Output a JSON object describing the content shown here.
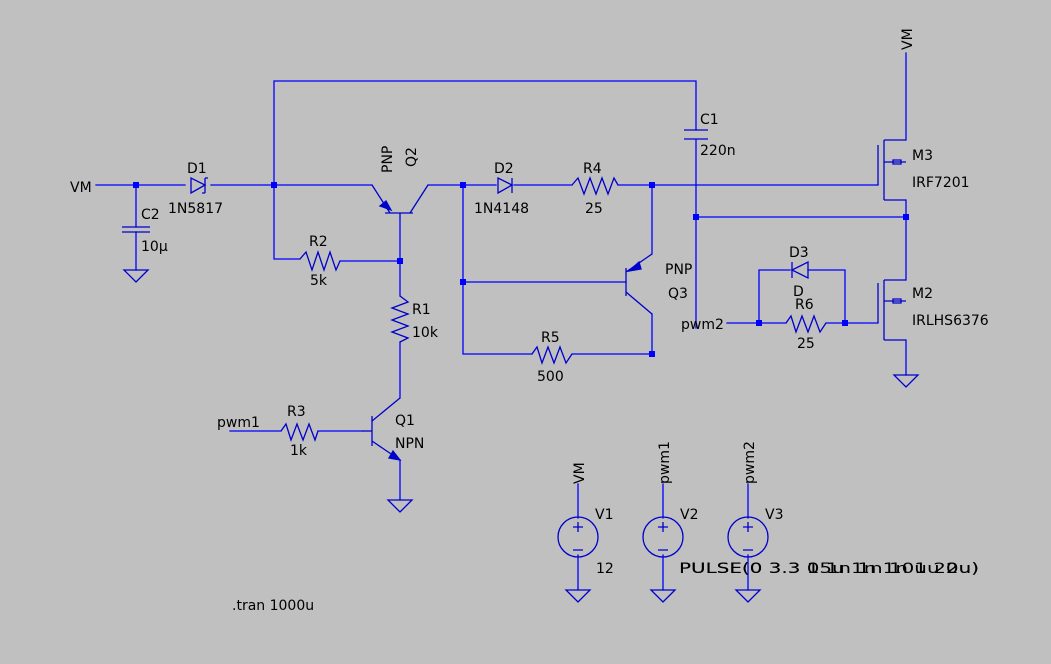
{
  "components": {
    "D1": {
      "ref": "D1",
      "value": "1N5817"
    },
    "D2": {
      "ref": "D2",
      "value": "1N4148"
    },
    "D3": {
      "ref": "D3",
      "value": "D"
    },
    "C1": {
      "ref": "C1",
      "value": "220n"
    },
    "C2": {
      "ref": "C2",
      "value": "10µ"
    },
    "R1": {
      "ref": "R1",
      "value": "10k"
    },
    "R2": {
      "ref": "R2",
      "value": "5k"
    },
    "R3": {
      "ref": "R3",
      "value": "1k"
    },
    "R4": {
      "ref": "R4",
      "value": "25"
    },
    "R5": {
      "ref": "R5",
      "value": "500"
    },
    "R6": {
      "ref": "R6",
      "value": "25"
    },
    "Q1": {
      "ref": "Q1",
      "value": "NPN"
    },
    "Q2": {
      "ref": "Q2",
      "value": "PNP"
    },
    "Q3": {
      "ref": "Q3",
      "value": "PNP"
    },
    "M2": {
      "ref": "M2",
      "value": "IRLHS6376"
    },
    "M3": {
      "ref": "M3",
      "value": "IRF7201"
    },
    "V1": {
      "ref": "V1",
      "value": "12"
    },
    "V2": {
      "ref": "V2",
      "value": "PULSE(0 3.3 0 1n 1n 10u 20u)"
    },
    "V3": {
      "ref": "V3",
      "value": "PULSE(0 3.3 15u 1n 1n 1u 2u)"
    }
  },
  "nets": {
    "vm_input": "VM",
    "vm_m3": "VM",
    "vm_v1": "VM",
    "pwm1_input": "pwm1",
    "pwm1_v2": "pwm1",
    "pwm2_input": "pwm2",
    "pwm2_v3": "pwm2"
  },
  "directive": ".tran 1000u"
}
